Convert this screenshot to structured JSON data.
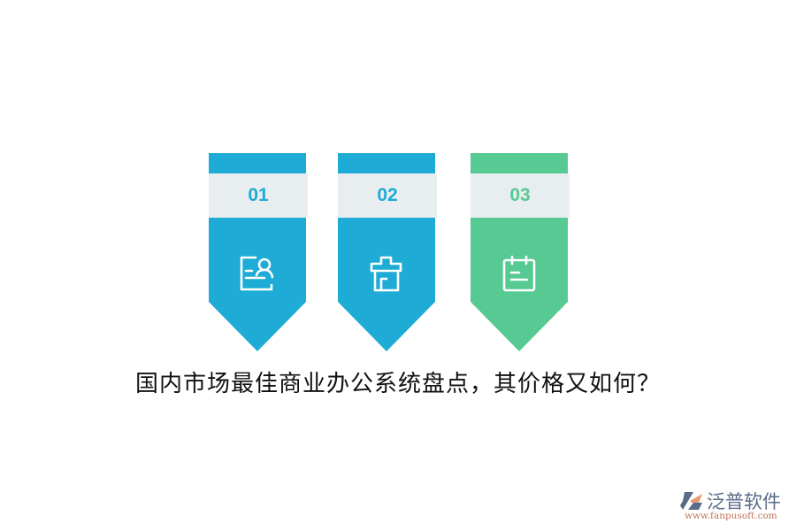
{
  "colors": {
    "blue": "#1eabd6",
    "green": "#57c993",
    "band_bg": "#e8eef0",
    "title_text": "#111111",
    "logo_blue": "#5a6b86",
    "logo_orange": "#e59a74"
  },
  "steps": [
    {
      "number": "01",
      "icon": "id-card-user-icon",
      "color": "#1eabd6"
    },
    {
      "number": "02",
      "icon": "house-shop-icon",
      "color": "#1eabd6"
    },
    {
      "number": "03",
      "icon": "calendar-note-icon",
      "color": "#57c993"
    }
  ],
  "title": "国内市场最佳商业办公系统盘点，其价格又如何？",
  "logo": {
    "brand": "泛普软件",
    "url": "www.fanpusoft.com"
  }
}
